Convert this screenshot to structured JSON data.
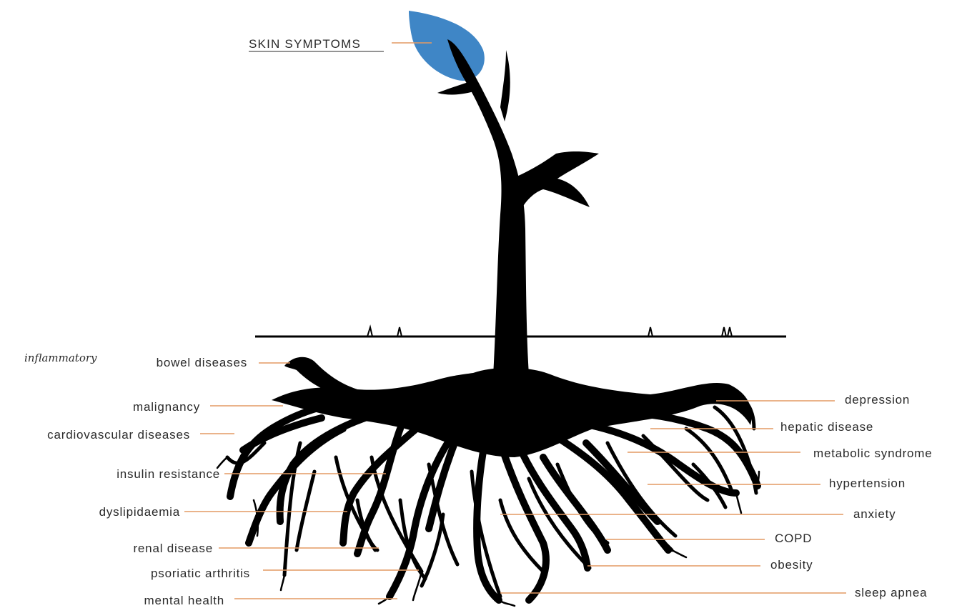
{
  "top_label": "SKIN SYMPTOMS",
  "left_labels": [
    "inflammatory",
    "bowel diseases",
    "malignancy",
    "cardiovascular diseases",
    "insulin resistance",
    "dyslipidaemia",
    "renal disease",
    "psoriatic arthritis",
    "mental health"
  ],
  "right_labels": [
    "depression",
    "hepatic disease",
    "metabolic syndrome",
    "hypertension",
    "anxiety",
    "COPD",
    "obesity",
    "sleep apnea"
  ],
  "colors": {
    "leaf": "#3f86c6",
    "tree": "#000000",
    "leader_lines": "#e39a63",
    "text": "#2a2a2a"
  }
}
